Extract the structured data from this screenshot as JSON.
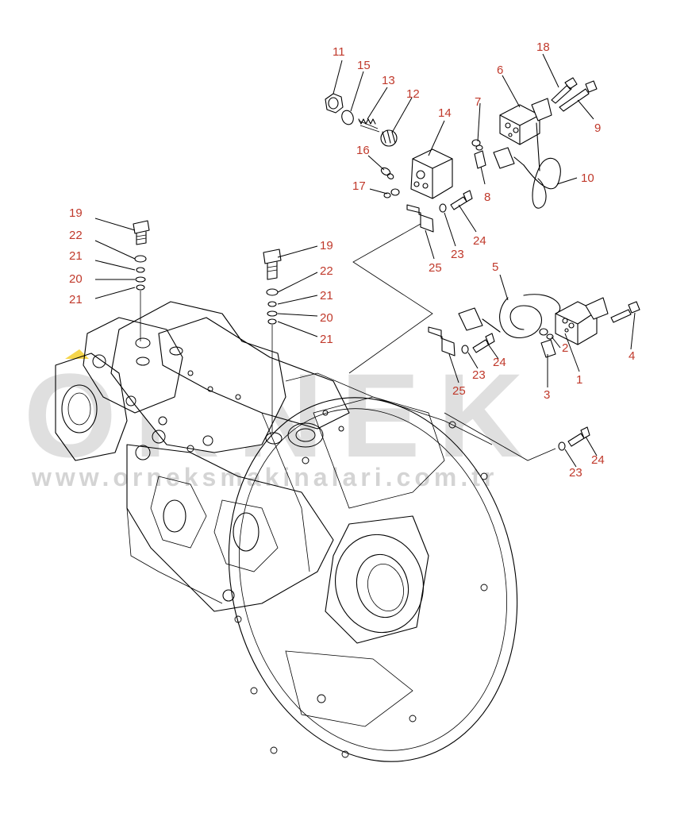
{
  "watermark": {
    "brand": "ORNEK",
    "url": "www.orneksmakinalari.com.tr",
    "color": "#d4d4d4",
    "accent": "#f2c400"
  },
  "callout_color": "#c0392b",
  "callouts": [
    {
      "id": "c11",
      "text": "11"
    },
    {
      "id": "c15",
      "text": "15"
    },
    {
      "id": "c13",
      "text": "13"
    },
    {
      "id": "c12",
      "text": "12"
    },
    {
      "id": "c14",
      "text": "14"
    },
    {
      "id": "c16",
      "text": "16"
    },
    {
      "id": "c17",
      "text": "17"
    },
    {
      "id": "c18",
      "text": "18"
    },
    {
      "id": "c6",
      "text": "6"
    },
    {
      "id": "c9",
      "text": "9"
    },
    {
      "id": "c7",
      "text": "7"
    },
    {
      "id": "c8",
      "text": "8"
    },
    {
      "id": "c10",
      "text": "10"
    },
    {
      "id": "c24a",
      "text": "24"
    },
    {
      "id": "c23a",
      "text": "23"
    },
    {
      "id": "c25a",
      "text": "25"
    },
    {
      "id": "c19a",
      "text": "19"
    },
    {
      "id": "c22a",
      "text": "22"
    },
    {
      "id": "c21a",
      "text": "21"
    },
    {
      "id": "c20a",
      "text": "20"
    },
    {
      "id": "c21b",
      "text": "21"
    },
    {
      "id": "c19b",
      "text": "19"
    },
    {
      "id": "c22b",
      "text": "22"
    },
    {
      "id": "c21c",
      "text": "21"
    },
    {
      "id": "c20b",
      "text": "20"
    },
    {
      "id": "c21d",
      "text": "21"
    },
    {
      "id": "c5",
      "text": "5"
    },
    {
      "id": "c4",
      "text": "4"
    },
    {
      "id": "c2",
      "text": "2"
    },
    {
      "id": "c1",
      "text": "1"
    },
    {
      "id": "c3",
      "text": "3"
    },
    {
      "id": "c24b",
      "text": "24"
    },
    {
      "id": "c23b",
      "text": "23"
    },
    {
      "id": "c25b",
      "text": "25"
    },
    {
      "id": "c23c",
      "text": "23"
    },
    {
      "id": "c24c",
      "text": "24"
    }
  ]
}
